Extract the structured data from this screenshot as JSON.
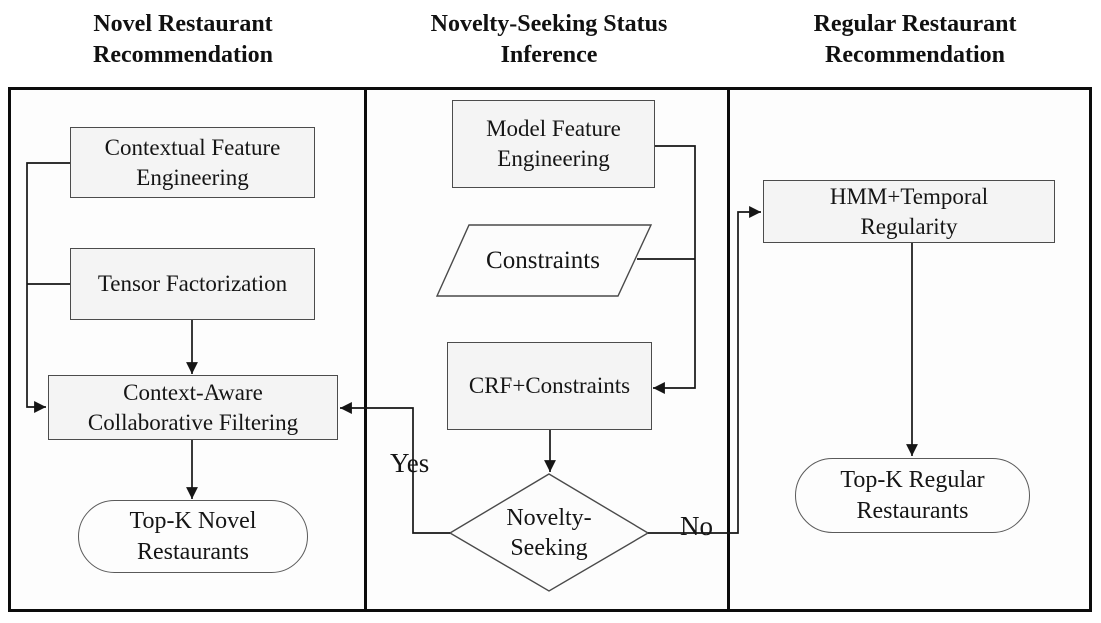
{
  "diagram": {
    "headers": [
      {
        "line1": "Novel Restaurant",
        "line2": "Recommendation"
      },
      {
        "line1": "Novelty-Seeking Status",
        "line2": "Inference"
      },
      {
        "line1": "Regular Restaurant",
        "line2": "Recommendation"
      }
    ],
    "nodes": {
      "contextual_feature_engineering": "Contextual Feature Engineering",
      "tensor_factorization": "Tensor Factorization",
      "context_aware_collaborative_filtering": "Context-Aware Collaborative Filtering",
      "top_k_novel_restaurants": "Top-K Novel Restaurants",
      "model_feature_engineering": "Model Feature Engineering",
      "constraints": "Constraints",
      "crf_constraints": "CRF+Constraints",
      "novelty_seeking_line1": "Novelty-",
      "novelty_seeking_line2": "Seeking",
      "hmm_temporal_regularity": "HMM+Temporal Regularity",
      "top_k_regular_restaurants": "Top-K Regular Restaurants"
    },
    "edge_labels": {
      "yes": "Yes",
      "no": "No"
    },
    "colors": {
      "line": "#161616",
      "frame_border": "#0c0c0c",
      "node_fill": "#f4f4f4",
      "node_border": "#4c4c4c",
      "text": "#151515"
    }
  }
}
